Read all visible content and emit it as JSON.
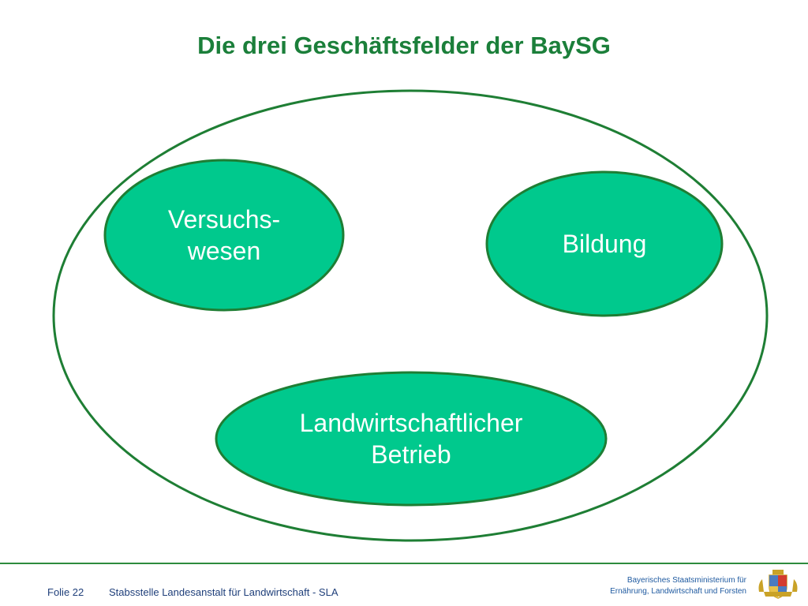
{
  "slide": {
    "title": "Die drei Geschäftsfelder der BaySG"
  },
  "diagram": {
    "fields": [
      {
        "label": "Versuchs-\nwesen"
      },
      {
        "label": "Bildung"
      },
      {
        "label": "Landwirtschaftlicher\nBetrieb"
      }
    ]
  },
  "footer": {
    "slide_number": "Folie 22",
    "department": "Stabsstelle Landesanstalt für Landwirtschaft - SLA",
    "ministry_line1": "Bayerisches Staatsministerium für",
    "ministry_line2": "Ernährung, Landwirtschaft und Forsten"
  },
  "colors": {
    "title": "#1b7f3a",
    "bubble_fill": "#00c98d",
    "outline": "#1e7e34",
    "footer_text": "#1f3f7a",
    "ministry_text": "#1f5aa0"
  },
  "icons": {
    "crest": "bavarian-coat-of-arms-icon"
  }
}
